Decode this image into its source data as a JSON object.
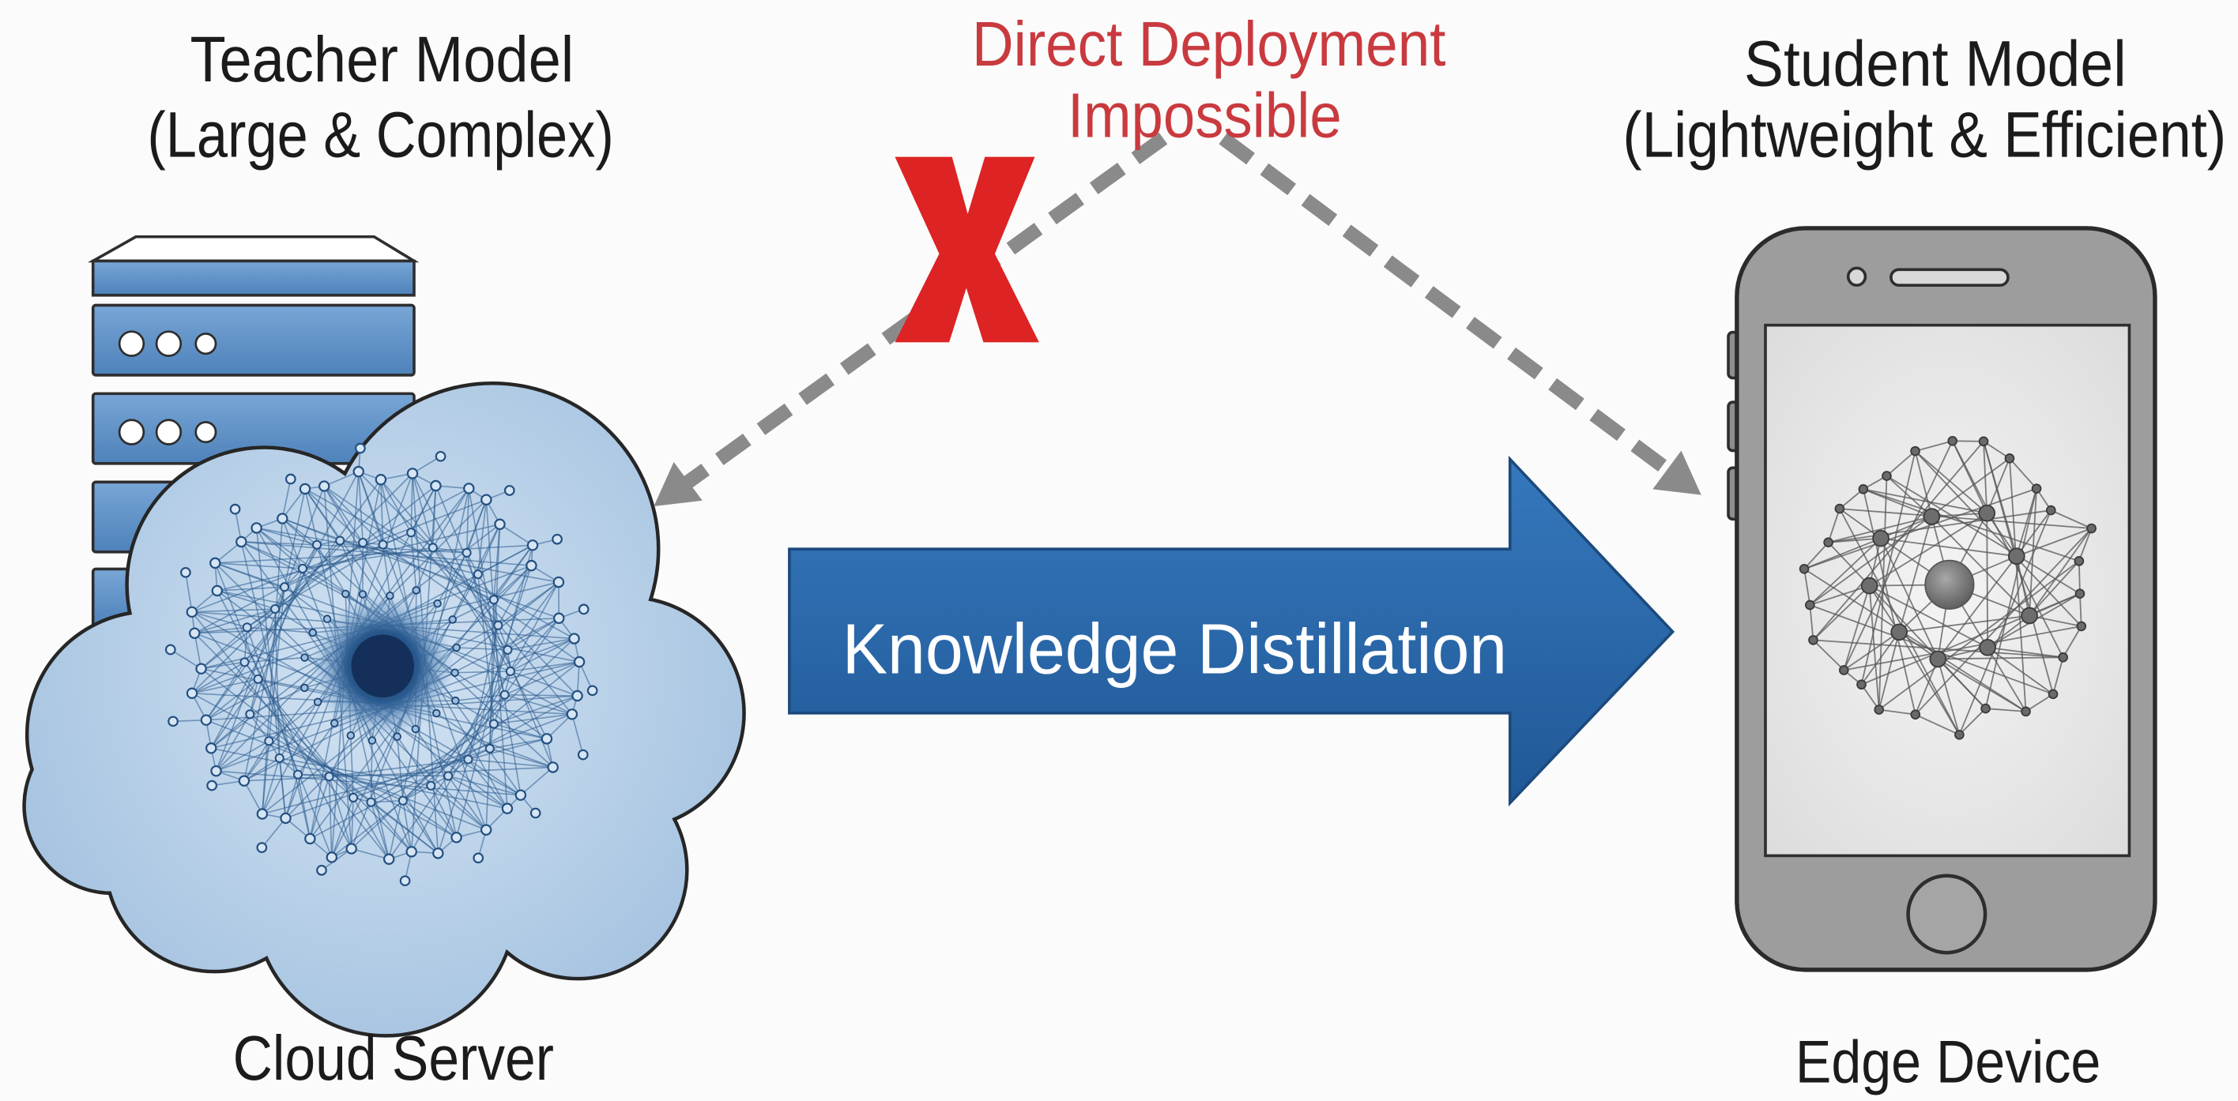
{
  "labels": {
    "teacher_title": "Teacher Model",
    "teacher_subtitle": "(Large & Complex)",
    "teacher_location": "Cloud Server",
    "blocked_line1": "Direct Deployment",
    "blocked_line2": "Impossible",
    "process": "Knowledge Distillation",
    "student_title": "Student Model",
    "student_subtitle": "(Lightweight & Efficient)",
    "student_location": "Edge Device"
  },
  "icons": {
    "teacher_host": "server-rack-icon",
    "teacher_container": "cloud-icon",
    "student_host": "smartphone-icon",
    "blocked_marker": "red-x-icon",
    "process_arrow": "right-arrow-icon",
    "deployment_arrows": "dashed-arrow-icon"
  },
  "colors": {
    "warning_text_red": "#c93a3f",
    "warning_mark_red": "#dd2323",
    "arrow_blue": "#3578bd",
    "arrow_blue_dark": "#205896",
    "cloud_blue": "#a7c4e1",
    "dashed_gray": "#8a8a8a",
    "phone_gray": "#9d9d9d"
  }
}
